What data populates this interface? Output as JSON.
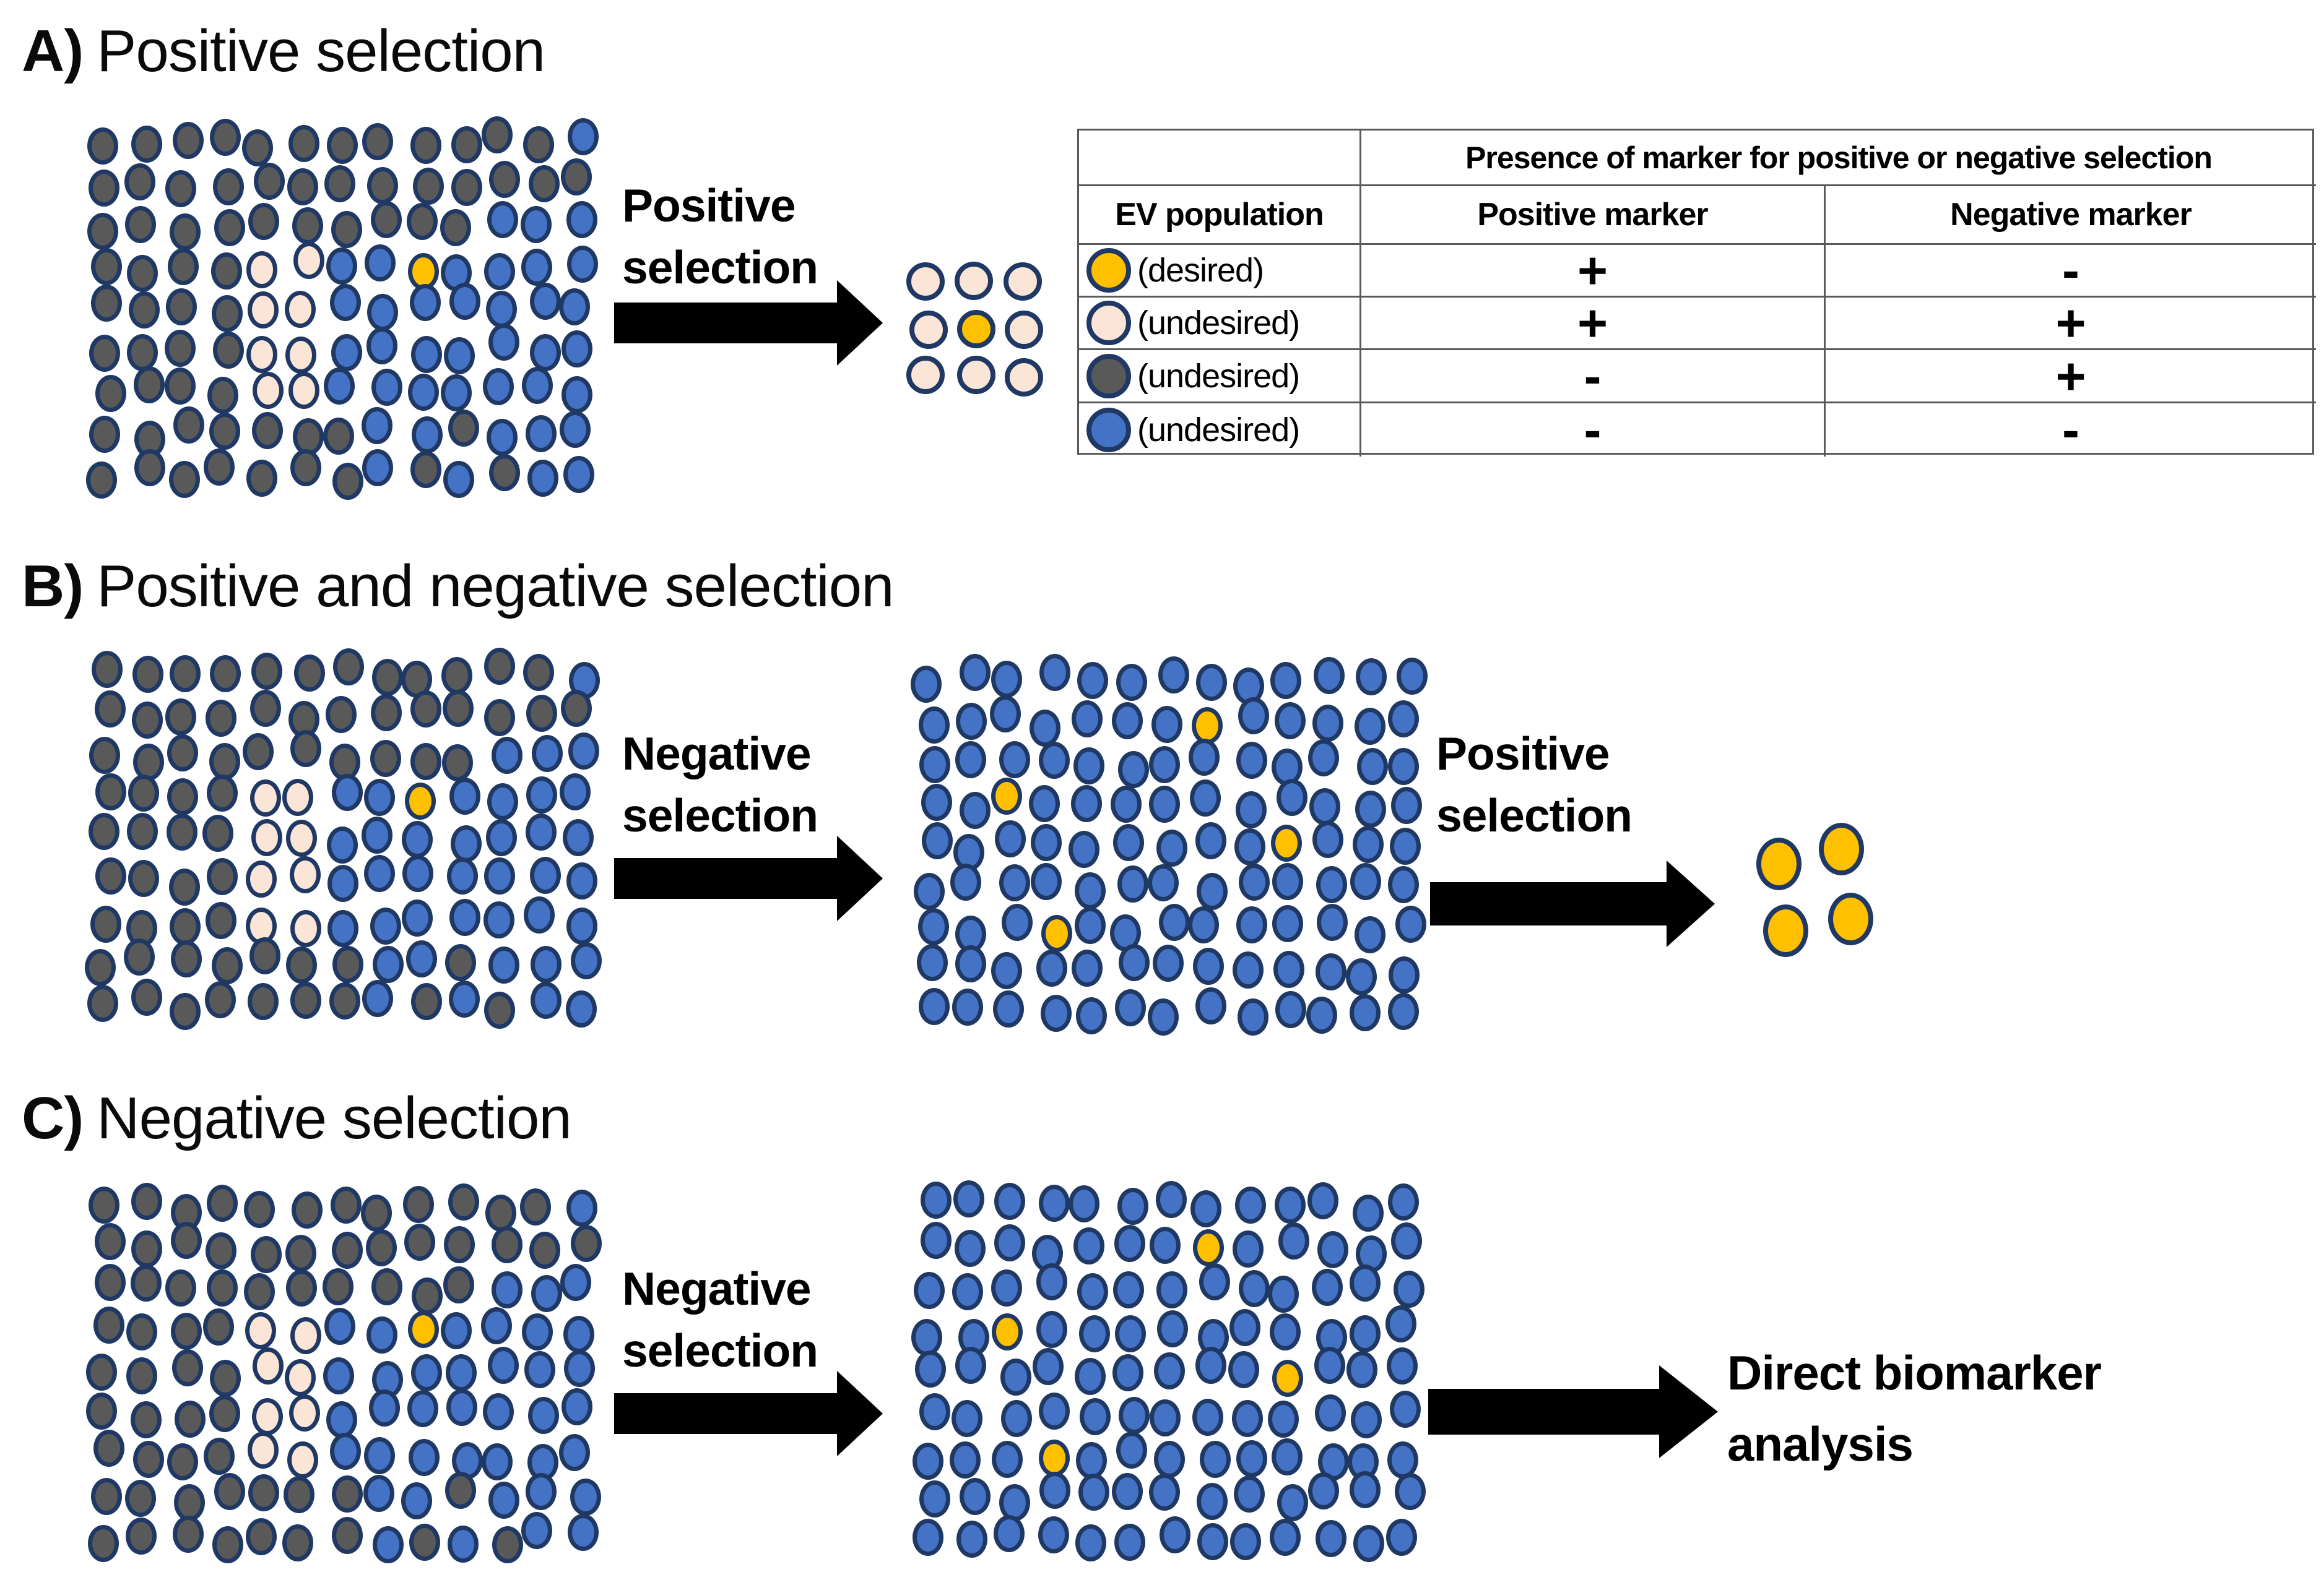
{
  "colors": {
    "gray": "#595959",
    "blue": "#4472C4",
    "cream": "#FBE5D6",
    "yellow": "#FFC000",
    "outline": "#1F3864",
    "arrow": "#000000"
  },
  "legend_key": {
    "g": "gray",
    "b": "blue",
    "p": "cream",
    "y": "yellow"
  },
  "panels": {
    "a": {
      "label": "A)",
      "title": "Positive selection",
      "arrow1": {
        "line1": "Positive",
        "line2": "selection"
      }
    },
    "b": {
      "label": "B)",
      "title": "Positive and negative selection",
      "arrow1": {
        "line1": "Negative",
        "line2": "selection"
      },
      "arrow2": {
        "line1": "Positive",
        "line2": "selection"
      }
    },
    "c": {
      "label": "C)",
      "title": "Negative selection",
      "arrow1": {
        "line1": "Negative",
        "line2": "selection"
      },
      "result": {
        "line1": "Direct biomarker",
        "line2": "analysis"
      }
    }
  },
  "grids": {
    "mixed": [
      "ggggggggggggb",
      "ggggggggggggg",
      "ggggggggggbbb",
      "ggggppbbybbbb",
      "ggggppbbbbbbb",
      "ggggppbbbbbbb",
      "ggggppbbbbbbb",
      "gggggggbbgbbb",
      "gggggggbgbgbb"
    ],
    "selected": [
      "bbbbbbbbbbbbb",
      "bbbbbbbybbbbb",
      "bbbbbbbbbbbbb",
      "bbybbbbbbbbbb",
      "bbbbbbbbbybbb",
      "bbbbbbbbbbbbb",
      "bbbybbbbbbbbb",
      "bbbbbbbbbbbbb",
      "bbbbbbbbbbbbb"
    ],
    "result_a": [
      "ppp",
      "pyp",
      "ppp"
    ],
    "result_b": [
      "yy",
      "yy"
    ]
  },
  "table": {
    "span_header": "Presence of marker for positive or negative selection",
    "col_headers": [
      "EV population",
      "Positive marker",
      "Negative marker"
    ],
    "rows": [
      {
        "dot": "yellow",
        "label": "(desired)",
        "positive": "+",
        "negative": "-"
      },
      {
        "dot": "cream",
        "label": "(undesired)",
        "positive": "+",
        "negative": "+"
      },
      {
        "dot": "gray",
        "label": "(undesired)",
        "positive": "-",
        "negative": "+"
      },
      {
        "dot": "blue",
        "label": "(undesired)",
        "positive": "-",
        "negative": "-"
      }
    ]
  }
}
